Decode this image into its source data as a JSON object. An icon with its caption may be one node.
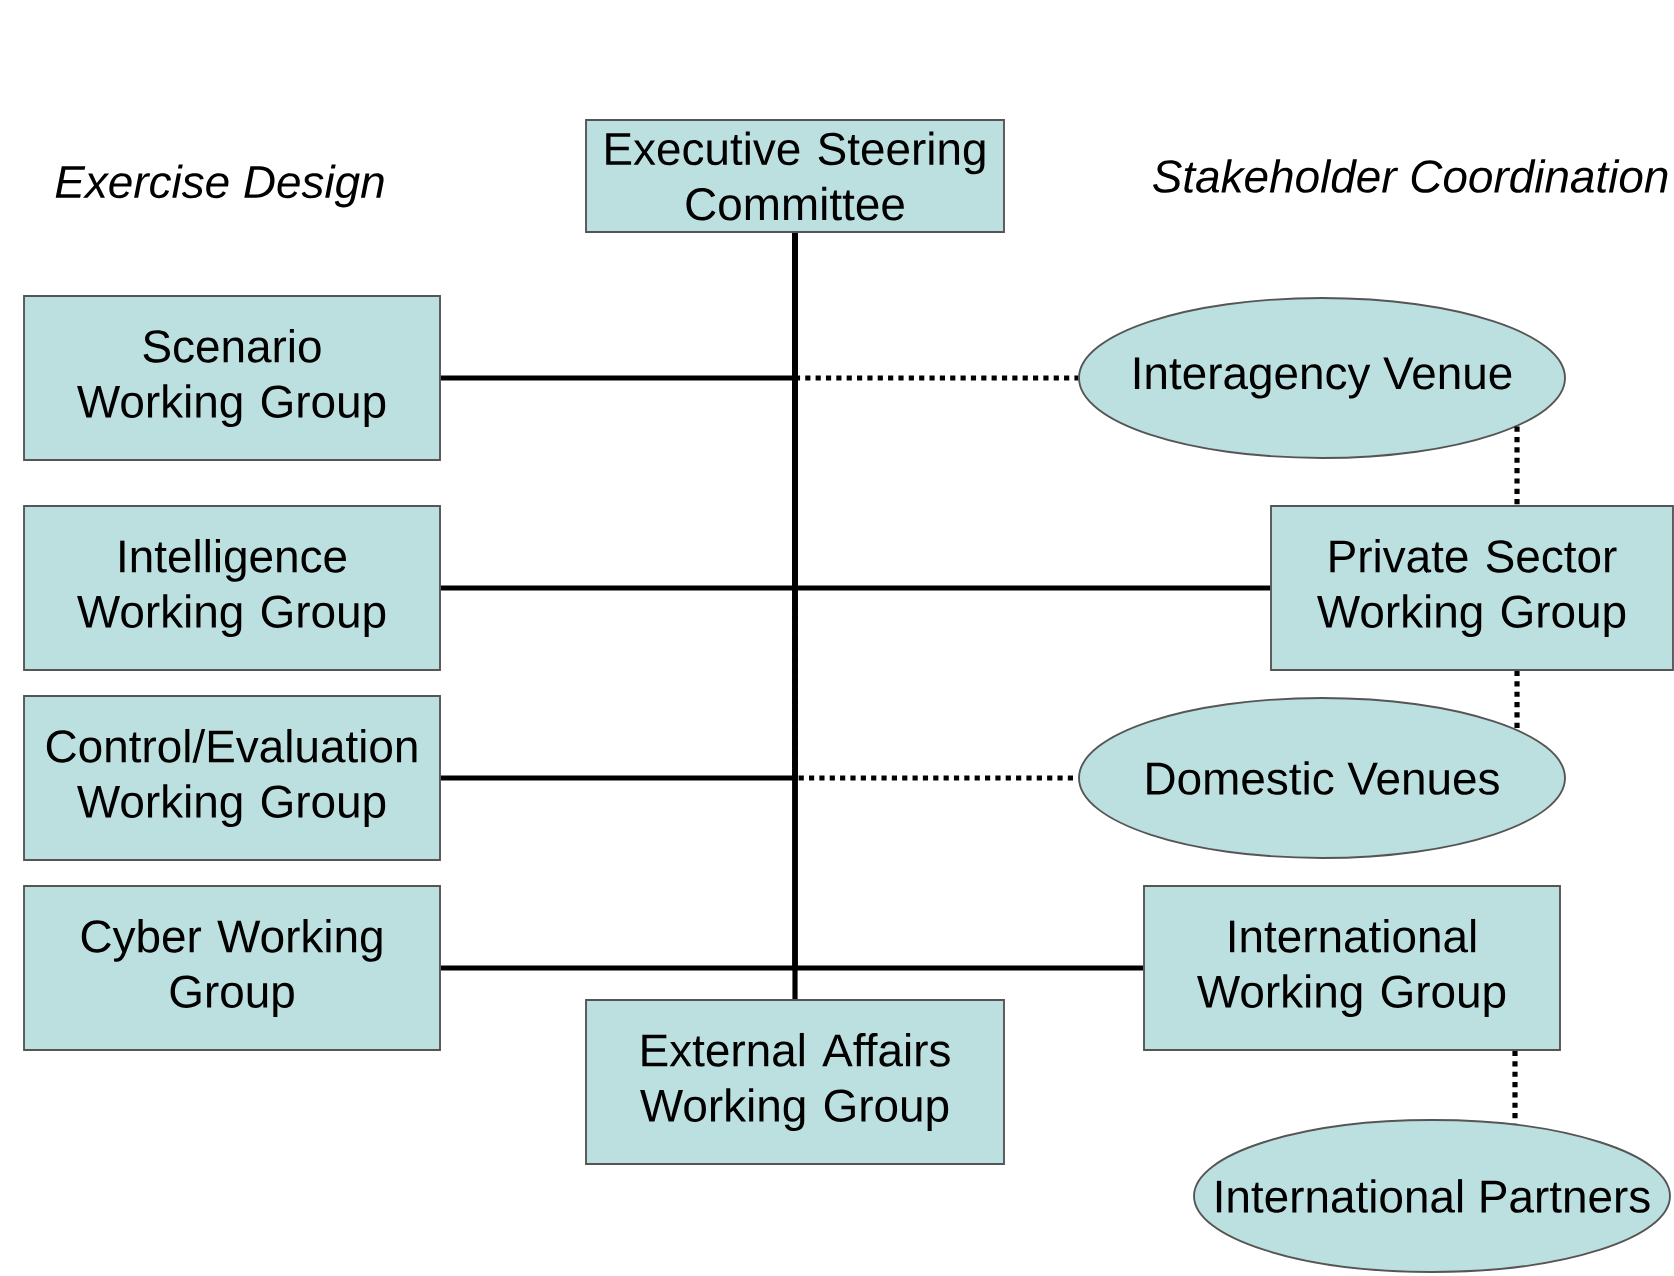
{
  "diagram": {
    "nodes": [
      {
        "text": [
          "Executive Steering Committee"
        ]
      },
      {
        "text": [
          "Scenario Working Group"
        ]
      },
      {
        "text": [
          "Intelligence Working Group"
        ]
      },
      {
        "text": [
          "Control/Evaluation Working Group"
        ]
      },
      {
        "text": [
          "Cyber Working Group"
        ]
      },
      {
        "text": [
          "External Affairs Working Group"
        ]
      },
      {
        "text": [
          "Interagency Venue"
        ]
      },
      {
        "text": [
          "Private Sector Working Group"
        ]
      },
      {
        "text": [
          "Domestic Venues"
        ]
      },
      {
        "text": [
          "International Working Group"
        ]
      },
      {
        "text": [
          "International Partners"
        ]
      }
    ],
    "edges": [
      {
        "from": 0,
        "to": 5,
        "arrow": "none"
      },
      {
        "from": 0,
        "to": 1,
        "arrow": "none"
      },
      {
        "from": 0,
        "to": 2,
        "arrow": "none"
      },
      {
        "from": 0,
        "to": 3,
        "arrow": "none"
      },
      {
        "from": 0,
        "to": 4,
        "arrow": "none"
      },
      {
        "from": 0,
        "to": 6,
        "arrow": "none",
        "style": "dashed"
      },
      {
        "from": 0,
        "to": 7,
        "arrow": "none"
      },
      {
        "from": 0,
        "to": 8,
        "arrow": "none",
        "style": "dashed"
      },
      {
        "from": 0,
        "to": 9,
        "arrow": "none"
      },
      {
        "from": 6,
        "to": 7,
        "arrow": "none",
        "style": "dashed"
      },
      {
        "from": 7,
        "to": 8,
        "arrow": "none",
        "style": "dashed"
      },
      {
        "from": 9,
        "to": 10,
        "arrow": "none",
        "style": "dashed"
      }
    ],
    "labels": [
      "Exercise Design",
      "Stakeholder Coordination"
    ]
  }
}
